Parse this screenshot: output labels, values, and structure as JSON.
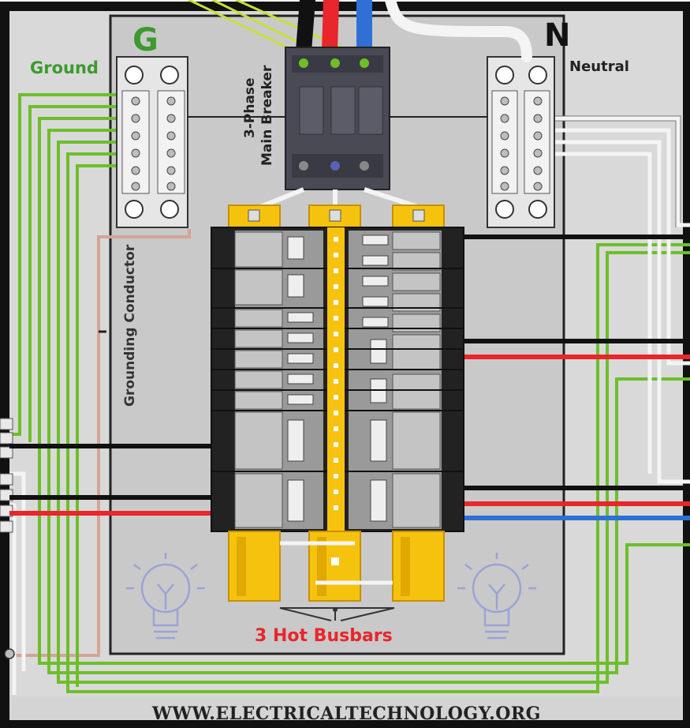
{
  "labels": {
    "ground_letter": "G",
    "ground": "Ground",
    "neutral_letter": "N",
    "neutral": "Neutral",
    "breaker_line1": "3-Phase",
    "breaker_line2": "Main Breaker",
    "grounding_conductor": "Grounding Conductor",
    "busbars": "3 Hot Busbars",
    "website": "WWW.ELECTRICALTECHNOLOGY.ORG"
  },
  "colors": {
    "panel_outer": "#111111",
    "panel_fill": "#d9d9d9",
    "panel_inner": "#c9c9c9",
    "ground_wire": "#6cbf2a",
    "ground_label": "#3c9a2e",
    "neutral_wire": "#f4f4f4",
    "hot_black": "#111111",
    "hot_red": "#e8262b",
    "hot_blue": "#2f6fd6",
    "busbar": "#f5c30d",
    "busbar_dark": "#c98e00",
    "busbar_label": "#e8262b",
    "breaker": "#4a4a55",
    "bonding": "#d4a494"
  }
}
